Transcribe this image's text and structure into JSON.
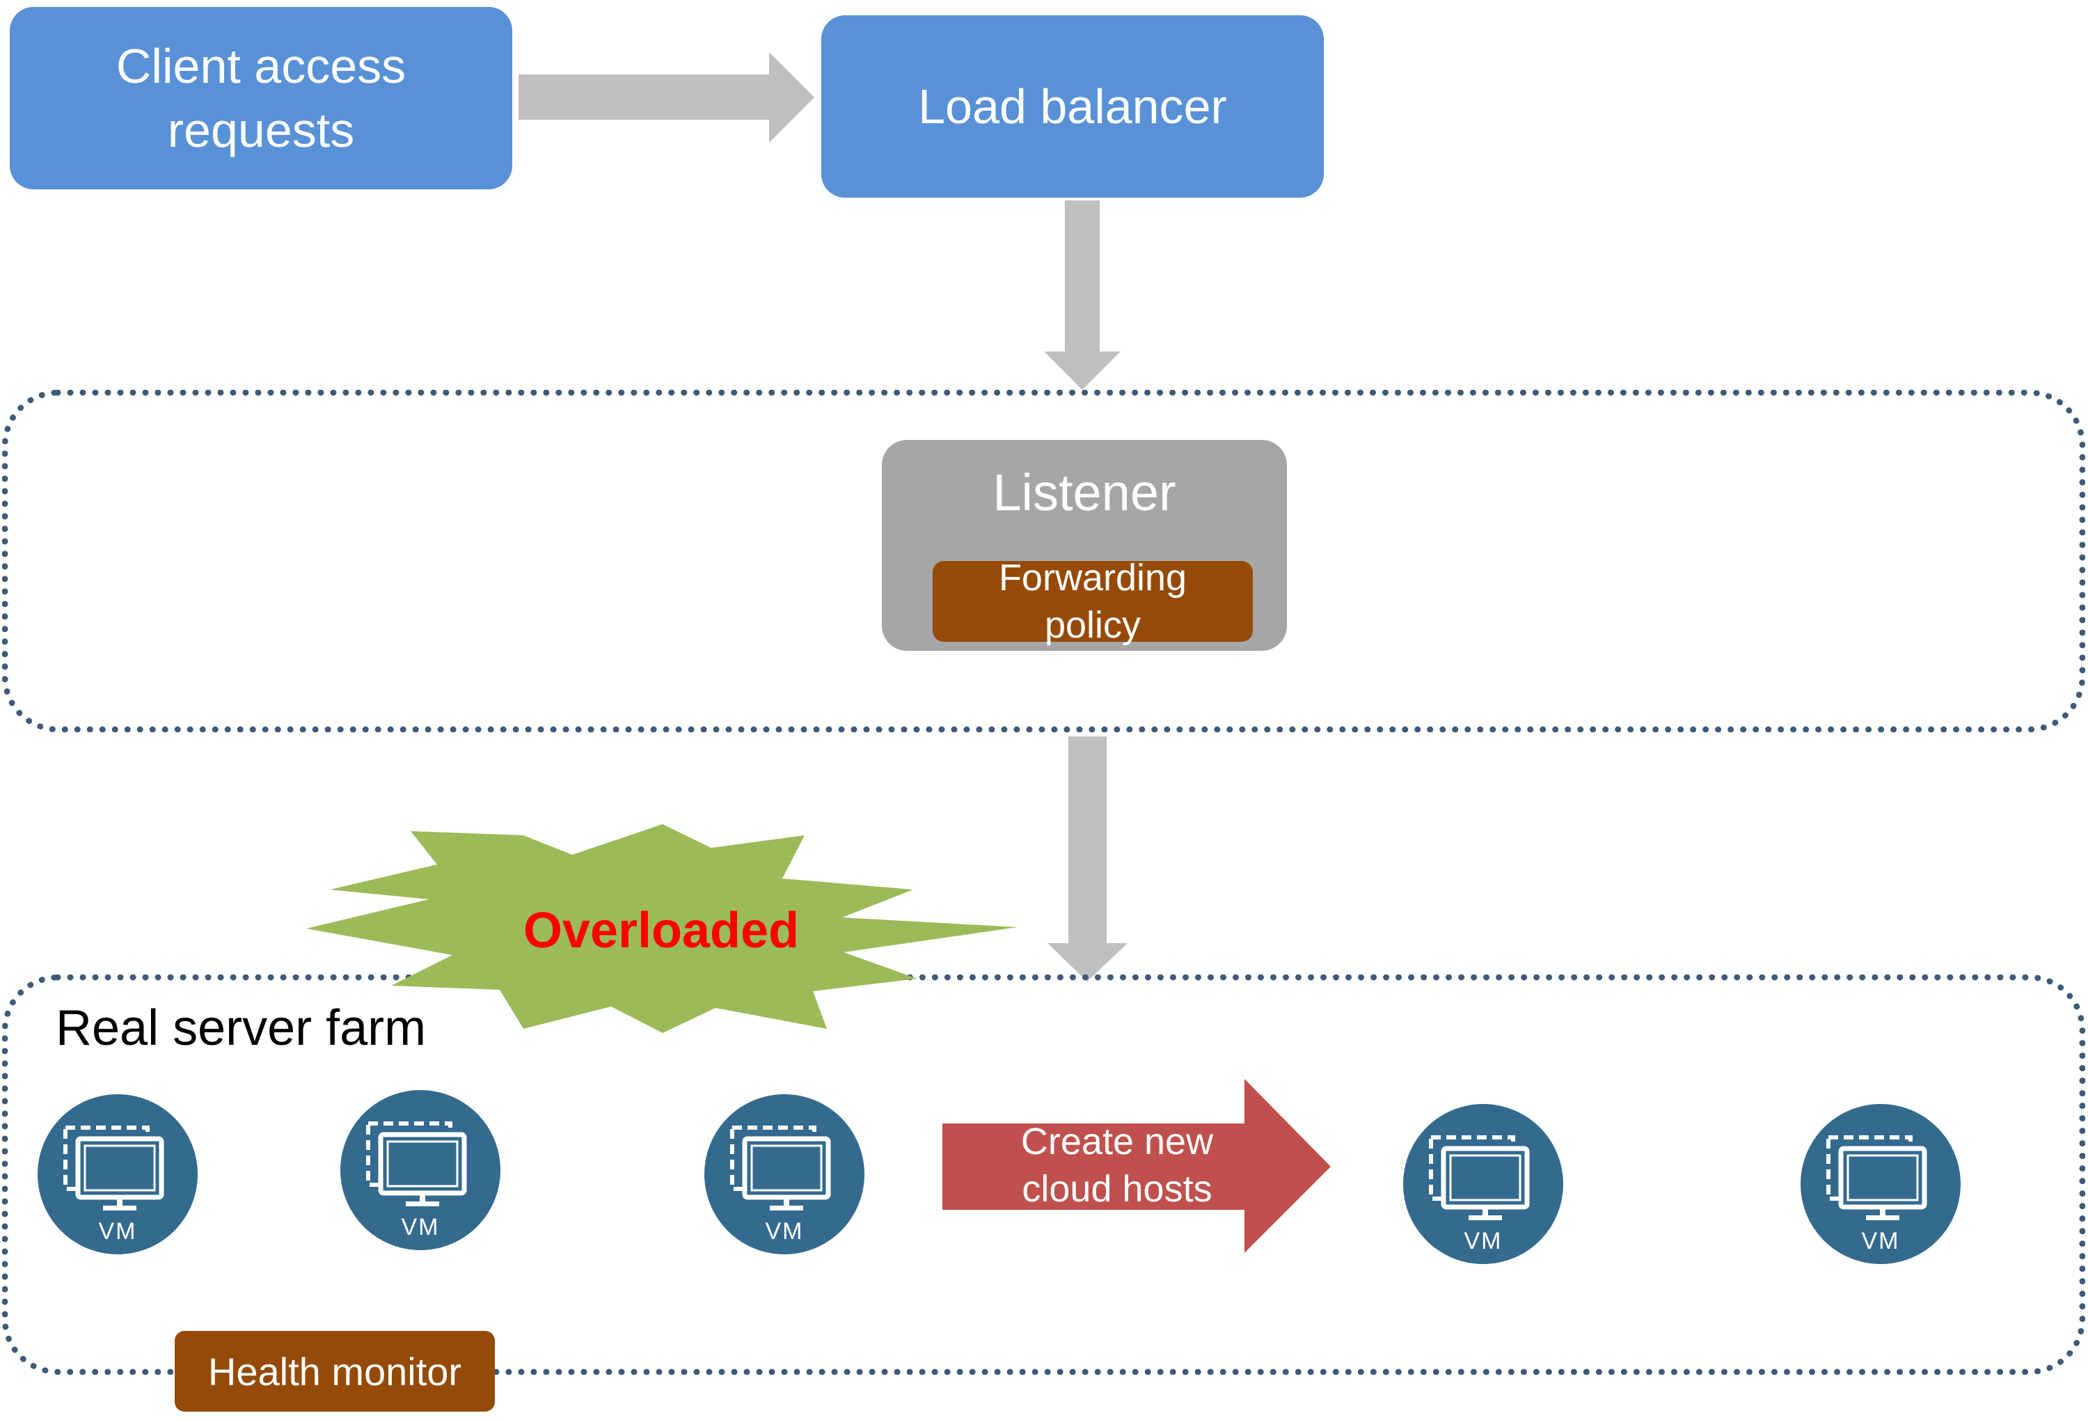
{
  "nodes": {
    "client": "Client access requests",
    "load_balancer": "Load balancer",
    "listener": "Listener",
    "forwarding_policy": "Forwarding policy",
    "overloaded": "Overloaded",
    "server_farm": "Real server farm",
    "create_hosts": "Create new cloud hosts",
    "health_monitor": "Health monitor"
  },
  "vms": [
    {
      "label": "VM"
    },
    {
      "label": "VM"
    },
    {
      "label": "VM"
    },
    {
      "label": "VM"
    },
    {
      "label": "VM"
    }
  ],
  "colors": {
    "blue_box": "#5891d6",
    "grey_arrow": "#bfbfbf",
    "listener_box": "#a6a6a6",
    "brown_box": "#964a07",
    "starburst": "#9bbb59",
    "overloaded_text": "#ff0000",
    "red_arrow": "#c0504d",
    "vm_circle": "#346a8e",
    "dotted_border": "#3e5a78"
  }
}
